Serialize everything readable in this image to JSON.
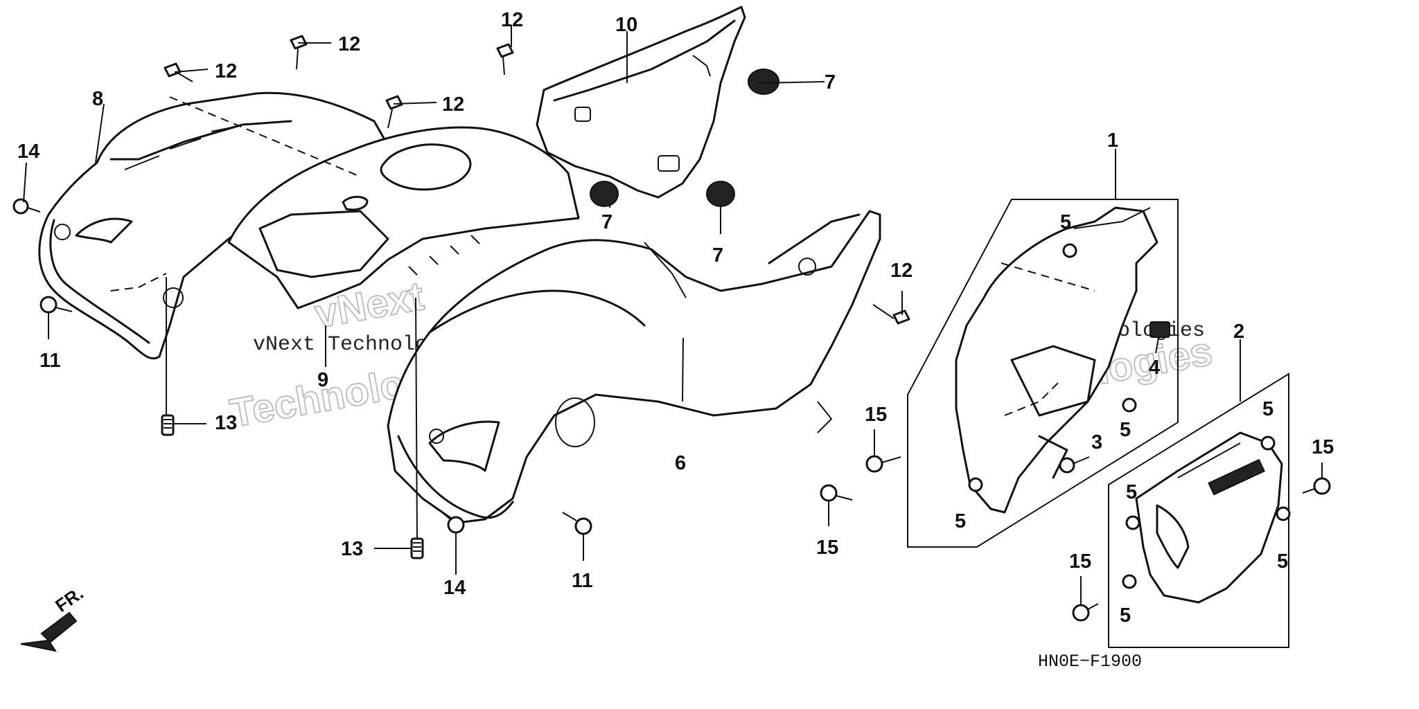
{
  "diagram_code": "HN0E−F1900",
  "front_indicator": "FR.",
  "watermark": {
    "line1": "vNext",
    "line2": "Technologies",
    "full": "vNext Technologies"
  },
  "callouts": [
    {
      "id": "c1",
      "label": "1"
    },
    {
      "id": "c2",
      "label": "2"
    },
    {
      "id": "c3",
      "label": "3"
    },
    {
      "id": "c4",
      "label": "4"
    },
    {
      "id": "c5a",
      "label": "5"
    },
    {
      "id": "c5b",
      "label": "5"
    },
    {
      "id": "c5c",
      "label": "5"
    },
    {
      "id": "c5d",
      "label": "5"
    },
    {
      "id": "c5e",
      "label": "5"
    },
    {
      "id": "c5f",
      "label": "5"
    },
    {
      "id": "c5g",
      "label": "5"
    },
    {
      "id": "c6",
      "label": "6"
    },
    {
      "id": "c7a",
      "label": "7"
    },
    {
      "id": "c7b",
      "label": "7"
    },
    {
      "id": "c7c",
      "label": "7"
    },
    {
      "id": "c8",
      "label": "8"
    },
    {
      "id": "c9",
      "label": "9"
    },
    {
      "id": "c10",
      "label": "10"
    },
    {
      "id": "c11a",
      "label": "11"
    },
    {
      "id": "c11b",
      "label": "11"
    },
    {
      "id": "c12a",
      "label": "12"
    },
    {
      "id": "c12b",
      "label": "12"
    },
    {
      "id": "c12c",
      "label": "12"
    },
    {
      "id": "c12d",
      "label": "12"
    },
    {
      "id": "c12e",
      "label": "12"
    },
    {
      "id": "c13a",
      "label": "13"
    },
    {
      "id": "c13b",
      "label": "13"
    },
    {
      "id": "c14a",
      "label": "14"
    },
    {
      "id": "c14b",
      "label": "14"
    },
    {
      "id": "c15a",
      "label": "15"
    },
    {
      "id": "c15b",
      "label": "15"
    },
    {
      "id": "c15c",
      "label": "15"
    },
    {
      "id": "c15d",
      "label": "15"
    }
  ]
}
